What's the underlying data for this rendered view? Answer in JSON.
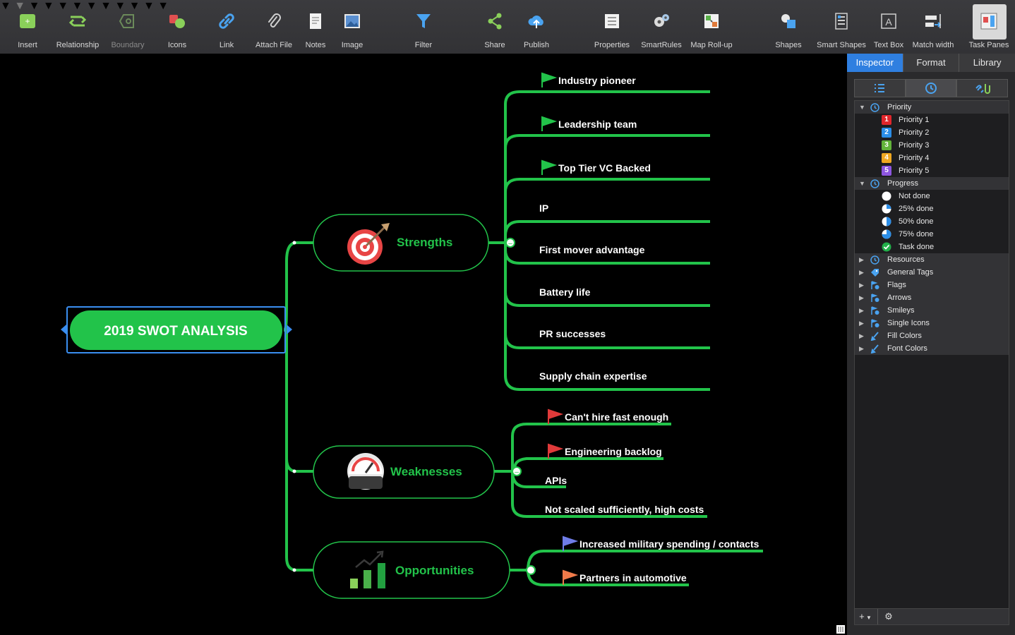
{
  "toolbar": {
    "insert": "Insert",
    "relationship": "Relationship",
    "boundary": "Boundary",
    "icons": "Icons",
    "link": "Link",
    "attach_file": "Attach File",
    "notes": "Notes",
    "image": "Image",
    "filter": "Filter",
    "share": "Share",
    "publish": "Publish",
    "properties": "Properties",
    "smartrules": "SmartRules",
    "map_rollup": "Map Roll-up",
    "shapes": "Shapes",
    "smart_shapes": "Smart Shapes",
    "text_box": "Text Box",
    "match_width": "Match width",
    "task_panes": "Task Panes"
  },
  "map": {
    "central": "2019 SWOT ANALYSIS",
    "strengths": {
      "label": "Strengths",
      "subtopics": [
        "Industry pioneer",
        "Leadership team",
        "Top Tier VC Backed",
        "IP",
        "First mover advantage",
        "Battery life",
        "PR successes",
        "Supply chain expertise"
      ]
    },
    "weaknesses": {
      "label": "Weaknesses",
      "subtopics": [
        "Can't hire fast enough",
        "Engineering backlog",
        "APIs",
        "Not scaled sufficiently, high costs"
      ]
    },
    "opportunities": {
      "label": "Opportunities",
      "subtopics": [
        "Increased military spending / contacts",
        "Partners in automotive"
      ]
    }
  },
  "pane": {
    "tabs": [
      "Inspector",
      "Format",
      "Library"
    ],
    "active_tab": "Inspector",
    "groups": [
      {
        "name": "Priority",
        "expanded": true,
        "items": [
          "Priority 1",
          "Priority 2",
          "Priority 3",
          "Priority 4",
          "Priority 5"
        ]
      },
      {
        "name": "Progress",
        "expanded": true,
        "items": [
          "Not done",
          "25% done",
          "50% done",
          "75% done",
          "Task done"
        ]
      },
      {
        "name": "Resources",
        "expanded": false
      },
      {
        "name": "General Tags",
        "expanded": false
      },
      {
        "name": "Flags",
        "expanded": false
      },
      {
        "name": "Arrows",
        "expanded": false
      },
      {
        "name": "Smileys",
        "expanded": false
      },
      {
        "name": "Single Icons",
        "expanded": false
      },
      {
        "name": "Fill Colors",
        "expanded": false
      },
      {
        "name": "Font Colors",
        "expanded": false
      }
    ],
    "priority_numbers": [
      "1",
      "2",
      "3",
      "4",
      "5"
    ],
    "footer_add": "+",
    "footer_settings": "⚙"
  },
  "colors": {
    "accent_green": "#22c34a",
    "selection_blue": "#2f7fe0",
    "priority": [
      "#e0262b",
      "#2b8ee8",
      "#62b33a",
      "#f0a820",
      "#8e56e0"
    ],
    "flag_green": "#22c34a",
    "flag_red": "#e03a3a",
    "flag_blue": "#6f7de8",
    "flag_orange": "#f07a4a"
  }
}
